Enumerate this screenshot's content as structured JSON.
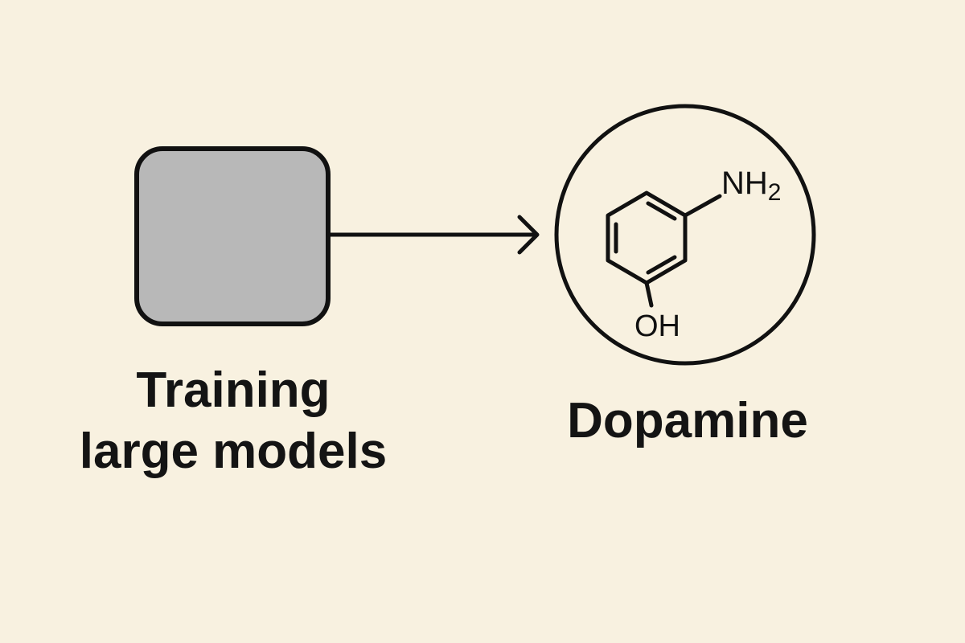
{
  "source_node": {
    "label_lines": [
      "Training",
      "large models"
    ]
  },
  "target_node": {
    "label": "Dopamine",
    "molecule": {
      "substituent_top": "NH",
      "substituent_top_subscript": "2",
      "substituent_bottom": "OH"
    }
  },
  "colors": {
    "background": "#f8f1e0",
    "box_fill": "#b8b8b8",
    "stroke": "#111111"
  }
}
